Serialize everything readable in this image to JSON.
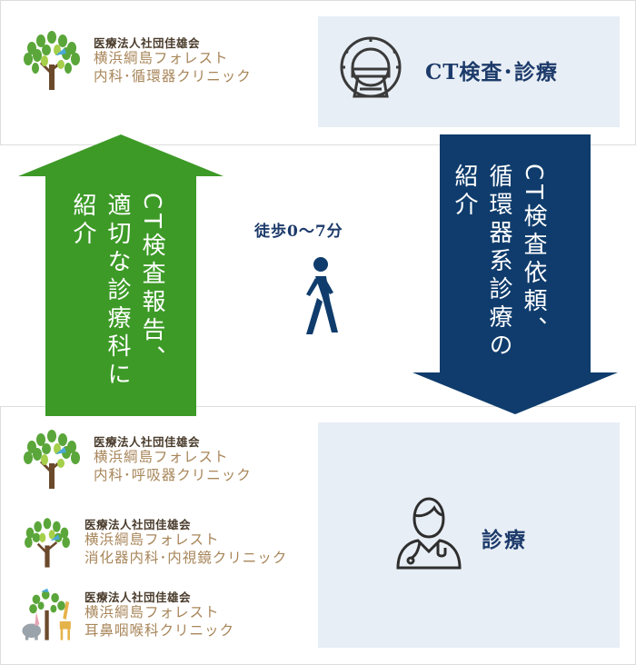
{
  "colors": {
    "navy": "#0f3c6c",
    "green": "#3d9a27",
    "panel_blue": "#e8eef5",
    "heading": "#1c3a6a",
    "gold": "#a8865a"
  },
  "top_clinic": {
    "corp": "医療法人社団佳雄会",
    "name_line1": "横浜綱島フォレスト",
    "name_line2": "内科･循環器クリニック",
    "logo": "tree-bird-logo"
  },
  "ct_box": {
    "label": "CT検査･診療",
    "icon": "ct-scanner-icon"
  },
  "arrow_up": {
    "text": "CT検査報告、\n適切な診療科に\n紹介"
  },
  "arrow_down": {
    "text": "CT検査依頼、\n循環器系診療の\n紹介"
  },
  "walk": {
    "label": "徒歩0～7分",
    "icon": "walking-person-icon"
  },
  "bottom_clinics": [
    {
      "corp": "医療法人社団佳雄会",
      "name_line1": "横浜綱島フォレスト",
      "name_line2": "内科･呼吸器クリニック",
      "logo": "tree-bird-logo"
    },
    {
      "corp": "医療法人社団佳雄会",
      "name_line1": "横浜綱島フォレスト",
      "name_line2": "消化器内科･内視鏡クリニック",
      "logo": "tree-bird-logo"
    },
    {
      "corp": "医療法人社団佳雄会",
      "name_line1": "横浜綱島フォレスト",
      "name_line2": "耳鼻咽喉科クリニック",
      "logo": "tree-animals-logo"
    }
  ],
  "diagnosis_box": {
    "label": "診療",
    "icon": "doctor-icon"
  }
}
